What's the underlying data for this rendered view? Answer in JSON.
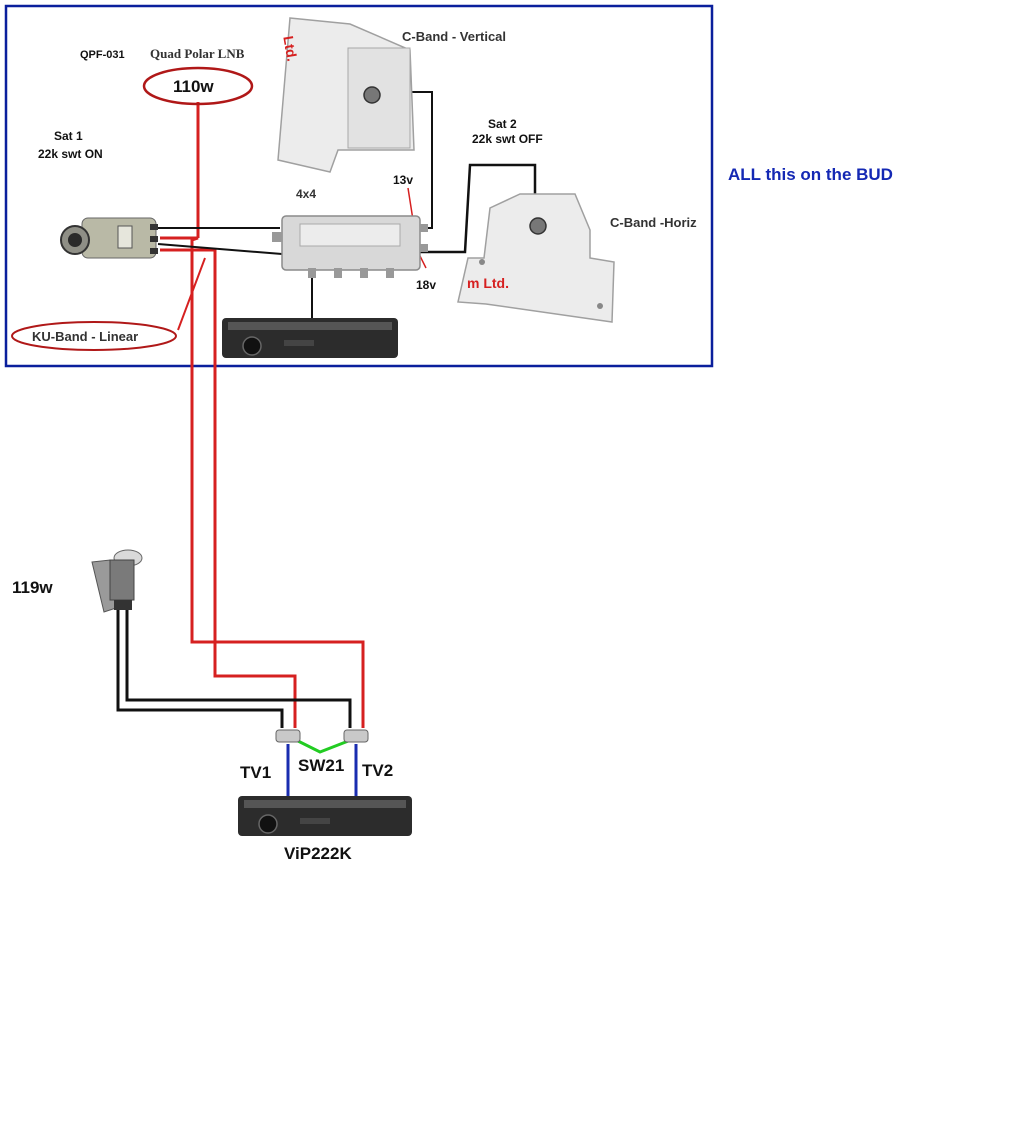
{
  "labels": {
    "part_number": "QPF-031",
    "lnb_type": "Quad Polar LNB",
    "sat1_position": "110w",
    "sat1_name": "Sat 1",
    "sat1_switch": "22k swt ON",
    "c_band_vertical": "C-Band - Vertical",
    "voltage_13": "13v",
    "voltage_18": "18v",
    "sat2_name": "Sat 2",
    "sat2_switch": "22k swt OFF",
    "multiswitch": "4x4",
    "c_band_horiz": "C-Band -Horiz",
    "ku_band_linear": "KU-Band - Linear",
    "bud_note": "ALL this on the BUD",
    "sat3_position": "119w",
    "tv1": "TV1",
    "sw21": "SW21",
    "tv2": "TV2",
    "receiver_model": "ViP222K",
    "brand_fragment_1": "m Ltd.",
    "brand_fragment_2": "m Ltd."
  },
  "colors": {
    "frame": "#0a1f9c",
    "red_cable": "#d62020",
    "black_cable": "#111111",
    "blue_cable": "#1a2db0",
    "green_cable": "#22cc22",
    "ellipse": "#b01818",
    "note_text": "#1428b4"
  },
  "icons": [
    "lnb-icon",
    "feedhorn-icon",
    "multiswitch-icon",
    "receiver-icon",
    "dish-lnb-icon",
    "switch-connector-icon"
  ]
}
